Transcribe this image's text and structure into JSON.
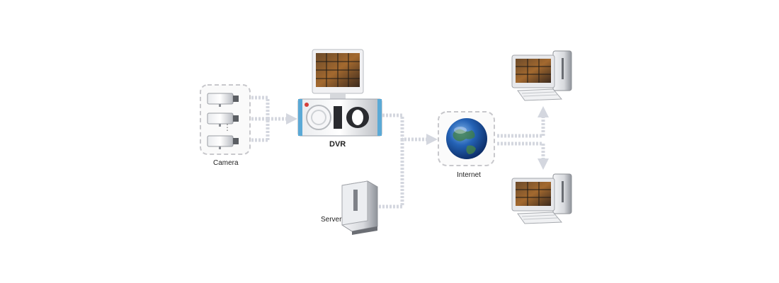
{
  "labels": {
    "camera": "Camera",
    "dvr": "DVR",
    "server": "Server",
    "internet": "Internet",
    "ellipsis": "⋮"
  },
  "icons": {
    "camera": "security-camera",
    "dvr": "dvr-recorder",
    "monitor": "monitor",
    "server": "server-tower",
    "globe": "globe",
    "client": "client-pc"
  },
  "colors": {
    "arrow": "#d4d7df",
    "dashed_box": "#c8c8cc",
    "dvr_accent": "#5aa9d6",
    "globe": "#1a4f9a",
    "text": "#222222"
  }
}
